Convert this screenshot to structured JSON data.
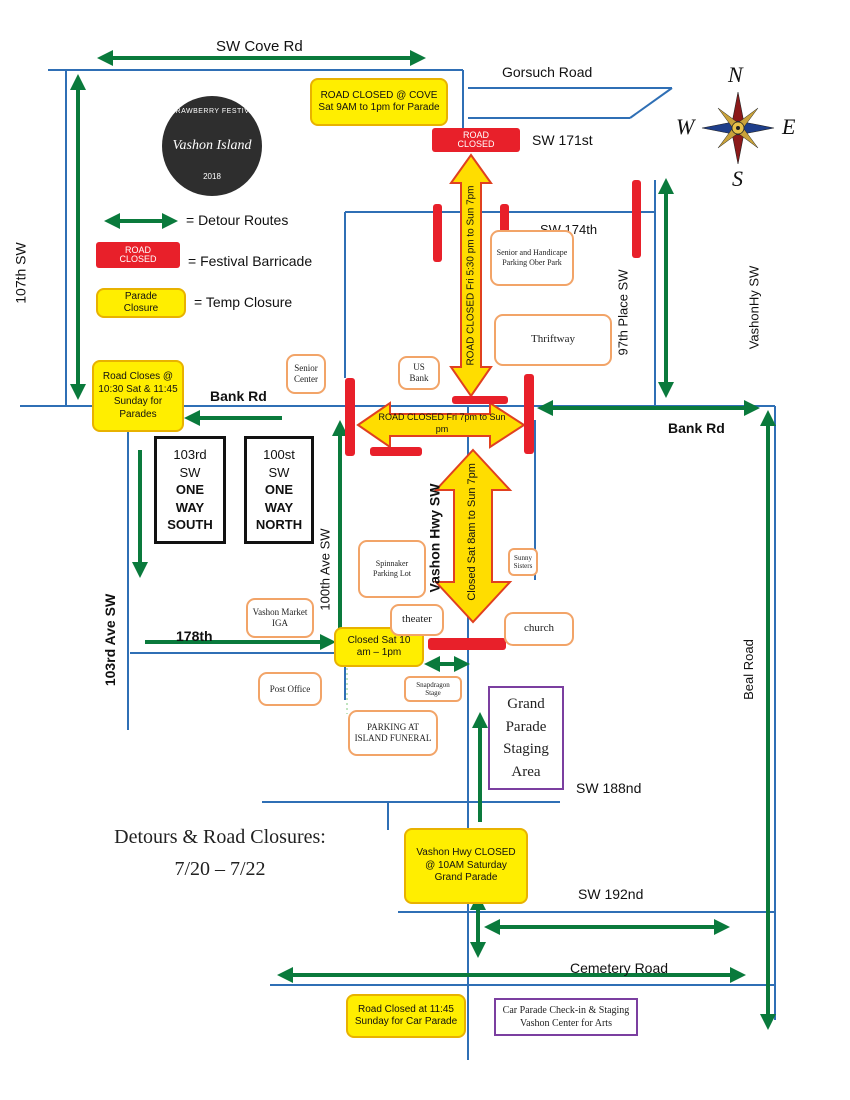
{
  "streets": {
    "cove": "SW Cove Rd",
    "gorsuch": "Gorsuch Road",
    "sw171": "SW 171st",
    "sw174": "SW 174th",
    "ave107": "107th SW",
    "place97": "97th Place SW",
    "vashonhy": "VashonHy SW",
    "bank_left": "Bank Rd",
    "bank_right": "Bank Rd",
    "ave100": "100th Ave SW",
    "vashon_hwy": "Vashon Hwy SW",
    "ave103": "103rd Ave SW",
    "st178": "178th",
    "beal": "Beal Road",
    "sw188": "SW 188nd",
    "sw192": "SW 192nd",
    "cemetery": "Cemetery Road"
  },
  "legend": {
    "detour": "= Detour Routes",
    "barricade_sample": "ROAD CLOSED",
    "barricade": "= Festival Barricade",
    "temp_sample": "Parade Closure",
    "temp": "= Temp Closure"
  },
  "logo": {
    "top": "STRAWBERRY FESTIVAL",
    "name": "Vashon Island",
    "year": "2018"
  },
  "compass": {
    "n": "N",
    "e": "E",
    "s": "S",
    "w": "W"
  },
  "closures": {
    "cove": "ROAD CLOSED @ COVE Sat 9AM to 1pm for Parade",
    "barricade_171": "ROAD CLOSED",
    "vertical_north": "ROAD CLOSED Fri 5:30 pm to Sun 7pm",
    "bank_center": "ROAD CLOSED Fri 7pm to Sun pm",
    "vertical_south": "Closed Sat 8am to Sun 7pm",
    "bank_107": "Road Closes @ 10:30 Sat & 11:45 Sunday for Parades",
    "st178": "Closed Sat 10 am – 1pm",
    "hwy_grand": "Vashon Hwy CLOSED @ 10AM Saturday Grand Parade",
    "cemetery": "Road Closed at 11:45 Sunday for Car Parade"
  },
  "places": {
    "senior_parking": "Senior and Handicape Parking Ober Park",
    "thriftway": "Thriftway",
    "senior_center": "Senior Center",
    "us_bank": "US Bank",
    "spinnaker": "Spinnaker Parking Lot",
    "sunny_sisters": "Sunny Sisters",
    "vashon_market": "Vashon Market IGA",
    "theater": "theater",
    "church": "church",
    "post_office": "Post Office",
    "snapdragon": "Snapdragon Stage",
    "island_funeral": "PARKING AT ISLAND FUNERAL",
    "grand_staging": "Grand Parade Staging Area",
    "car_parade": "Car Parade Check-in & Staging Vashon Center for Arts"
  },
  "oneway": {
    "left": [
      "103rd",
      "SW",
      "ONE",
      "WAY",
      "SOUTH"
    ],
    "right": [
      "100st",
      "SW",
      "ONE",
      "WAY",
      "NORTH"
    ]
  },
  "title": {
    "line1": "Detours & Road Closures:",
    "line2": "7/20 – 7/22"
  },
  "colors": {
    "road": "#2f6fb5",
    "detour": "#0a7a3c",
    "barricade": "#e8202a",
    "temp_closure": "#ffee00",
    "place_border": "#f2a468",
    "staging_border": "#7b3fa0"
  }
}
